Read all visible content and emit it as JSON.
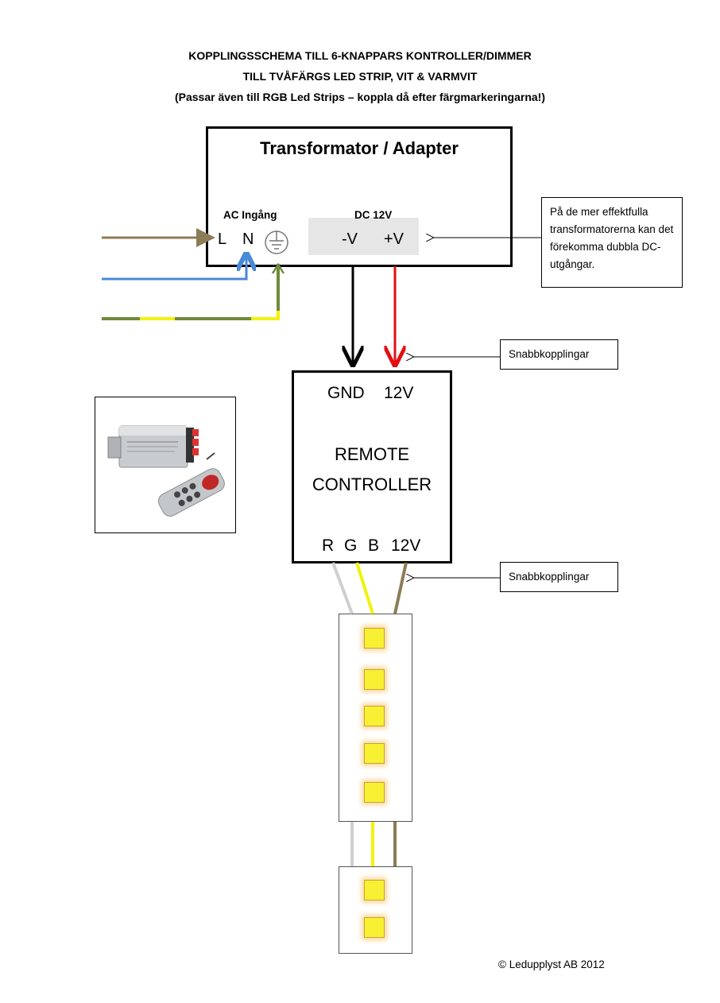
{
  "header": {
    "line1": "KOPPLINGSSCHEMA TILL 6-KNAPPARS KONTROLLER/DIMMER",
    "line2": "TILL TVÅFÄRGS LED STRIP, VIT & VARMVIT",
    "line3": "(Passar även till RGB Led Strips – koppla då efter färgmarkeringarna!)"
  },
  "transformer": {
    "title": "Transformator / Adapter",
    "ac_label": "AC Ingång",
    "terminal_l": "L",
    "terminal_n": "N",
    "dc_label": "DC 12V",
    "terminal_minus": "-V",
    "terminal_plus": "+V"
  },
  "notes": {
    "dc_outputs": "På de mer effektfulla transformatorerna kan det förekomma dubbla DC-utgångar.",
    "quick_connect_1": "Snabbkopplingar",
    "quick_connect_2": "Snabbkopplingar"
  },
  "controller": {
    "input_gnd": "GND",
    "input_12v": "12V",
    "name_line1": "REMOTE",
    "name_line2": "CONTROLLER",
    "out_r": "R",
    "out_g": "G",
    "out_b": "B",
    "out_12v": "12V"
  },
  "footer": {
    "copyright": "© Ledupplyst AB 2012"
  },
  "colors": {
    "wire_brown": "#8c7c55",
    "wire_blue": "#4a88d8",
    "wire_green": "#6f8a3a",
    "wire_yellow": "#f2f20a",
    "wire_black": "#000000",
    "wire_red": "#e01010",
    "wire_grey": "#cfcfcf",
    "led_fill": "#f7f033"
  },
  "icons": [
    "ground-icon",
    "arrow-icon",
    "controller-photo"
  ]
}
